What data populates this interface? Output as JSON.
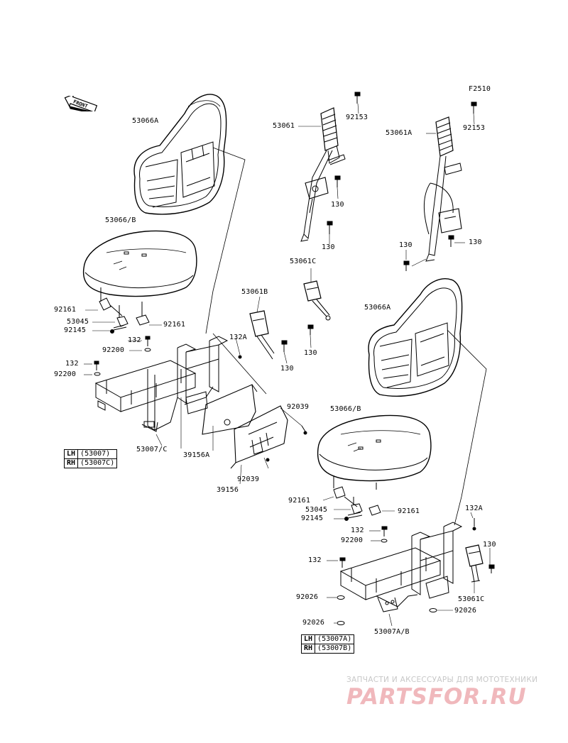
{
  "diagram_code": "F2510",
  "front_label": "FRONT",
  "labels": {
    "l53066a_top": "53066A",
    "l53061": "53061",
    "l92153_a": "92153",
    "l53061a": "53061A",
    "l92153_b": "92153",
    "l130_a": "130",
    "l130_b": "130",
    "l130_c": "130",
    "l130_d": "130",
    "l53066b_top": "53066/B",
    "l53061c_top": "53061C",
    "l53061b": "53061B",
    "l92161_a": "92161",
    "l53045_a": "53045",
    "l92145_a": "92145",
    "l92161_b": "92161",
    "l132a_top": "132A",
    "l130_e": "130",
    "l130_f": "130",
    "l132_a": "132",
    "l92200_a": "92200",
    "l132_b": "132",
    "l92200_b": "92200",
    "l53066a_bot": "53066A",
    "l92039_a": "92039",
    "l53066b_bot": "53066/B",
    "l53007c": "53007/C",
    "l39156a": "39156A",
    "l92039_b": "92039",
    "l39156": "39156",
    "l92161_c": "92161",
    "l53045_b": "53045",
    "l92161_d": "92161",
    "l92145_b": "92145",
    "l132a_bot": "132A",
    "l132_c": "132",
    "l92200_c": "92200",
    "l130_g": "130",
    "l132_d": "132",
    "l92026_a": "92026",
    "l53061c_bot": "53061C",
    "l92026_b": "92026",
    "l92026_c": "92026",
    "l53007ab": "53007A/B"
  },
  "code_tables": {
    "left": [
      {
        "side": "LH",
        "code": "(53007)"
      },
      {
        "side": "RH",
        "code": "(53007C)"
      }
    ],
    "right": [
      {
        "side": "LH",
        "code": "(53007A)"
      },
      {
        "side": "RH",
        "code": "(53007B)"
      }
    ]
  },
  "watermark": {
    "line1": "ЗАПЧАСТИ И АКСЕССУАРЫ ДЛЯ МОТОТЕХНИКИ",
    "line2": "PARTSFOR.RU"
  }
}
